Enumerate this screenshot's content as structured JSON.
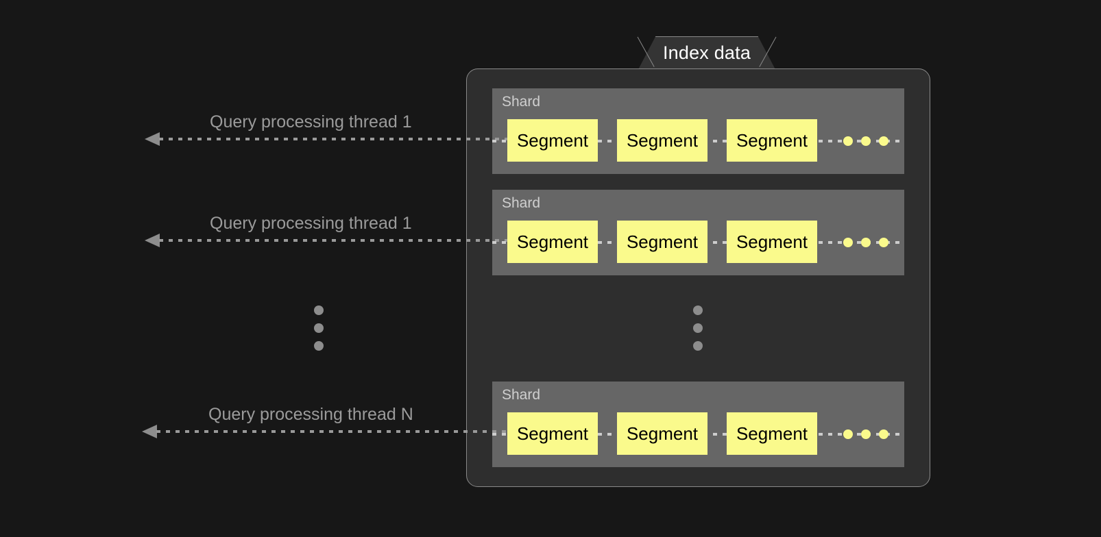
{
  "background_color": "#171717",
  "panel": {
    "tab_label": "Index data",
    "tab_bg_color": "#343434",
    "panel_bg_color": "#2e2e2e",
    "border_color": "#8a8a8a"
  },
  "colors": {
    "shard_bg": "#666666",
    "segment_bg": "#fafa8c",
    "segment_text": "#000000",
    "shard_label_text": "#cfcfcf",
    "arrow": "#9a9a9a",
    "thread_label_text": "#9b9b9b",
    "ellipsis_dot": "#8d8d8d"
  },
  "threads": [
    {
      "label": "Query processing thread 1"
    },
    {
      "label": "Query processing thread 1"
    },
    {
      "label": "Query processing thread N"
    }
  ],
  "shards": [
    {
      "label": "Shard",
      "segments": [
        {
          "label": "Segment"
        },
        {
          "label": "Segment"
        },
        {
          "label": "Segment"
        }
      ],
      "continuation_dots": 3
    },
    {
      "label": "Shard",
      "segments": [
        {
          "label": "Segment"
        },
        {
          "label": "Segment"
        },
        {
          "label": "Segment"
        }
      ],
      "continuation_dots": 3
    },
    {
      "label": "Shard",
      "segments": [
        {
          "label": "Segment"
        },
        {
          "label": "Segment"
        },
        {
          "label": "Segment"
        }
      ],
      "continuation_dots": 3
    }
  ],
  "ellipsis": {
    "threads_vertical_dots": 3,
    "shards_vertical_dots": 3
  }
}
